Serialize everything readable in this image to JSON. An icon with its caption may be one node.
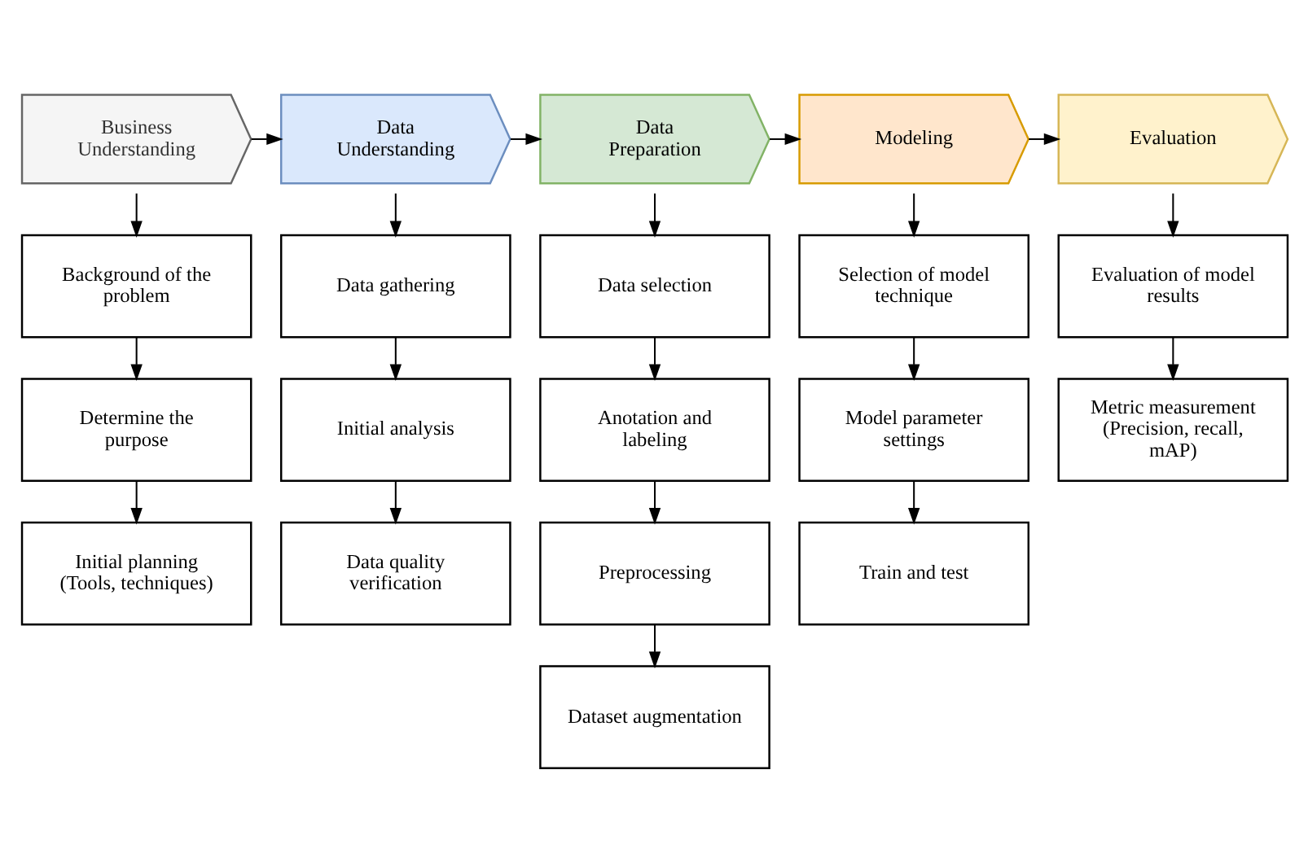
{
  "diagram": {
    "nodes": [
      {
        "text": [
          "Business Understanding"
        ]
      },
      {
        "text": [
          "Data Understanding"
        ]
      },
      {
        "text": [
          "Data Preparation"
        ]
      },
      {
        "text": [
          "Modeling"
        ]
      },
      {
        "text": [
          "Evaluation"
        ]
      },
      {
        "text": [
          "Background of the problem"
        ]
      },
      {
        "text": [
          "Determine the purpose"
        ]
      },
      {
        "text": [
          "Initial planning (Tools, techniques)"
        ]
      },
      {
        "text": [
          "Data gathering"
        ]
      },
      {
        "text": [
          "Initial analysis"
        ]
      },
      {
        "text": [
          "Data quality verification"
        ]
      },
      {
        "text": [
          "Data selection"
        ]
      },
      {
        "text": [
          "Anotation and labeling"
        ]
      },
      {
        "text": [
          "Preprocessing"
        ]
      },
      {
        "text": [
          "Dataset augmentation"
        ]
      },
      {
        "text": [
          "Selection of model technique"
        ]
      },
      {
        "text": [
          "Model parameter settings"
        ]
      },
      {
        "text": [
          "Train and test"
        ]
      },
      {
        "text": [
          "Evaluation of model results"
        ]
      },
      {
        "text": [
          "Metric measurement (Precision, recall, mAP)"
        ]
      }
    ],
    "edges": [
      {
        "from": 0,
        "to": 1,
        "arrow": "to"
      },
      {
        "from": 1,
        "to": 2,
        "arrow": "to"
      },
      {
        "from": 2,
        "to": 3,
        "arrow": "to"
      },
      {
        "from": 3,
        "to": 4,
        "arrow": "to"
      },
      {
        "from": 0,
        "to": 5,
        "arrow": "to"
      },
      {
        "from": 5,
        "to": 6,
        "arrow": "to"
      },
      {
        "from": 6,
        "to": 7,
        "arrow": "to"
      },
      {
        "from": 1,
        "to": 8,
        "arrow": "to"
      },
      {
        "from": 8,
        "to": 9,
        "arrow": "to"
      },
      {
        "from": 9,
        "to": 10,
        "arrow": "to"
      },
      {
        "from": 2,
        "to": 11,
        "arrow": "to"
      },
      {
        "from": 11,
        "to": 12,
        "arrow": "to"
      },
      {
        "from": 12,
        "to": 13,
        "arrow": "to"
      },
      {
        "from": 13,
        "to": 14,
        "arrow": "to"
      },
      {
        "from": 3,
        "to": 15,
        "arrow": "to"
      },
      {
        "from": 15,
        "to": 16,
        "arrow": "to"
      },
      {
        "from": 16,
        "to": 17,
        "arrow": "to"
      },
      {
        "from": 4,
        "to": 18,
        "arrow": "to"
      },
      {
        "from": 18,
        "to": 19,
        "arrow": "to"
      }
    ]
  }
}
